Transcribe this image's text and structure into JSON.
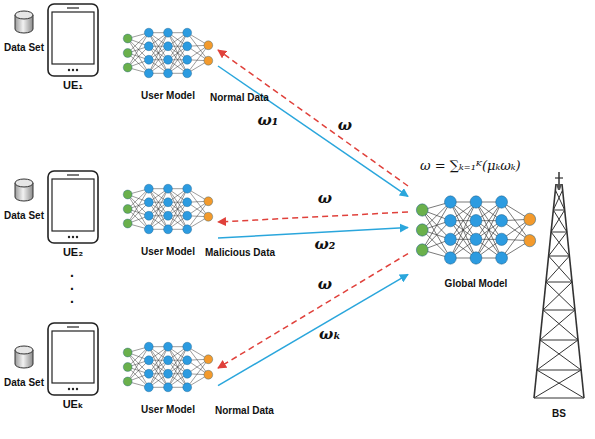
{
  "diagram": {
    "nodes": [
      {
        "text": [
          "Data Set"
        ]
      },
      {
        "text": [
          "UE₁"
        ]
      },
      {
        "text": [
          "User Model"
        ]
      },
      {
        "text": [
          "Data Set"
        ]
      },
      {
        "text": [
          "UE₂"
        ]
      },
      {
        "text": [
          "User Model"
        ]
      },
      {
        "text": [
          "Data Set"
        ]
      },
      {
        "text": [
          "UEₖ"
        ]
      },
      {
        "text": [
          "User Model"
        ]
      },
      {
        "text": [
          "Global Model"
        ]
      },
      {
        "text": [
          "BS"
        ]
      }
    ],
    "edges": [
      {
        "from": 2,
        "to": 9,
        "arrow": "to",
        "label": "ω₁"
      },
      {
        "from": 9,
        "to": 2,
        "arrow": "to",
        "label": "ω"
      },
      {
        "from": 5,
        "to": 9,
        "arrow": "to",
        "label": "ω₂"
      },
      {
        "from": 9,
        "to": 5,
        "arrow": "to",
        "label": "ω"
      },
      {
        "from": 8,
        "to": 9,
        "arrow": "to",
        "label": "ωₖ"
      },
      {
        "from": 9,
        "to": 8,
        "arrow": "to",
        "label": "ω"
      }
    ],
    "labels": [
      "Normal Data",
      "Malicious Data",
      "Normal Data",
      "ω = ∑ₖ₌₁ᴷ(μₖωₖ)",
      "·",
      "·",
      "·"
    ]
  }
}
